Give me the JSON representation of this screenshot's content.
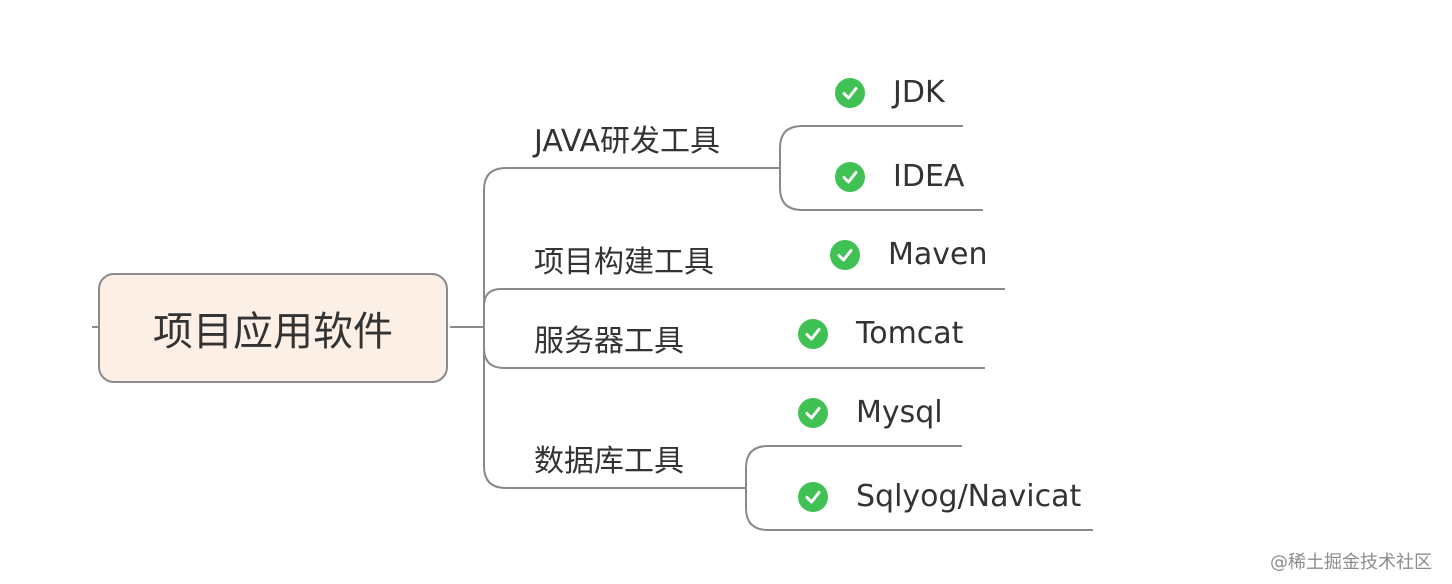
{
  "root": {
    "label": "项目应用软件"
  },
  "branches": [
    {
      "label": "JAVA研发工具",
      "leaves": [
        "JDK",
        "IDEA"
      ]
    },
    {
      "label": "项目构建工具",
      "leaves": [
        "Maven"
      ]
    },
    {
      "label": "服务器工具",
      "leaves": [
        "Tomcat"
      ]
    },
    {
      "label": "数据库工具",
      "leaves": [
        "Mysql",
        "Sqlyog/Navicat"
      ]
    }
  ],
  "icon": "check-circle-icon",
  "colors": {
    "check": "#3fc253",
    "root_fill": "#fcefe6",
    "line": "#8a8a8a"
  },
  "watermark": "@稀土掘金技术社区"
}
